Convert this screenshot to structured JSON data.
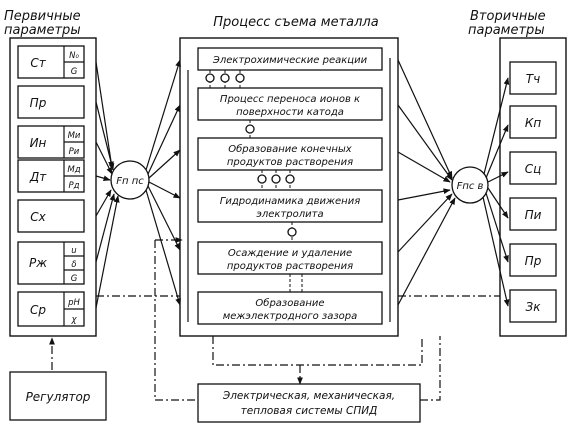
{
  "headers": {
    "primary": [
      "Первичные",
      "параметры"
    ],
    "process": "Процесс съема металла",
    "secondary": [
      "Вторичные",
      "параметры"
    ]
  },
  "primary_params": [
    {
      "label": "Ст",
      "subs": [
        "N₀",
        "G"
      ]
    },
    {
      "label": "Пр",
      "subs": []
    },
    {
      "label": "Ин",
      "subs": [
        "Mи",
        "Pи"
      ]
    },
    {
      "label": "Дт",
      "subs": [
        "Mд",
        "Pд"
      ]
    },
    {
      "label": "Сх",
      "subs": []
    },
    {
      "label": "Рж",
      "subs": [
        "u",
        "δ",
        "G"
      ]
    },
    {
      "label": "Ср",
      "subs": [
        "pH",
        "χ"
      ]
    }
  ],
  "func_left": "Fп пс",
  "func_right": "Fпс в",
  "process_stages": [
    [
      "Электрохимические реакции"
    ],
    [
      "Процесс переноса ионов к",
      "поверхности катода"
    ],
    [
      "Образование конечных",
      "продуктов растворения"
    ],
    [
      "Гидродинамика движения",
      "электролита"
    ],
    [
      "Осаждение и удаление",
      "продуктов растворения"
    ],
    [
      "Образование",
      "межэлектродного зазора"
    ]
  ],
  "secondary_params": [
    "Тч",
    "Кп",
    "Сц",
    "Пи",
    "Пр",
    "Зк"
  ],
  "regulator": "Регулятор",
  "system": [
    "Электрическая, механическая,",
    "тепловая системы СПИД"
  ]
}
